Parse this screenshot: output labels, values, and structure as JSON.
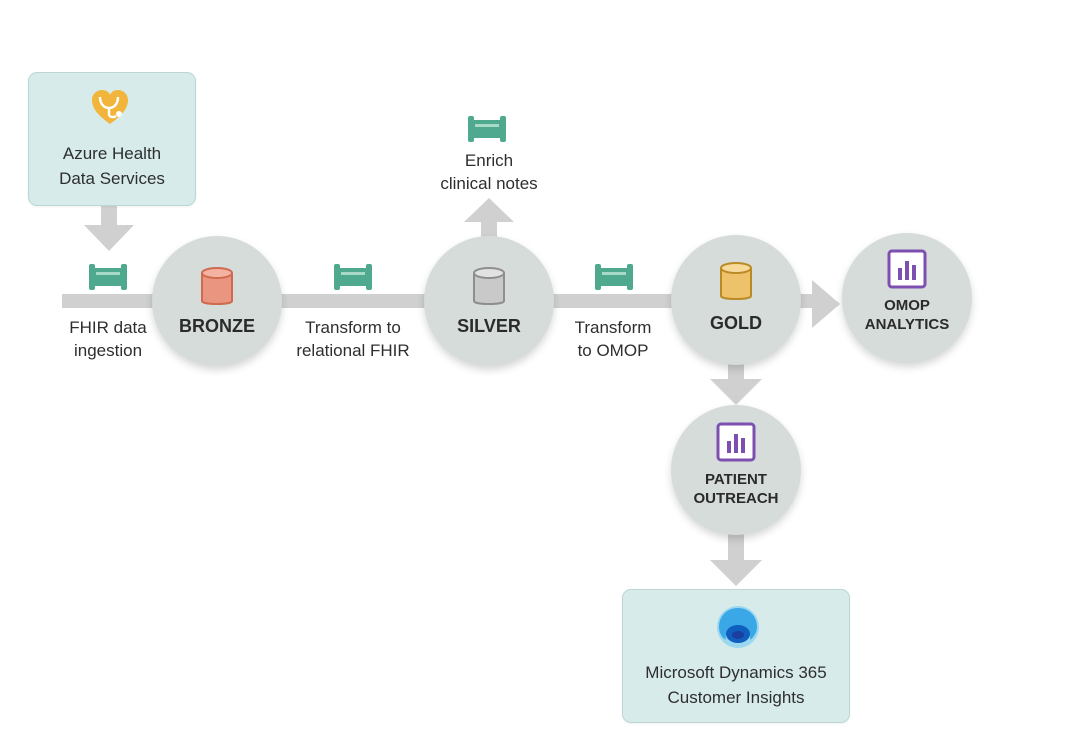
{
  "sources": {
    "ahds": {
      "label_line1": "Azure Health",
      "label_line2": "Data Services",
      "icon": "heart-stethoscope-icon"
    },
    "dynamics": {
      "label_line1": "Microsoft Dynamics 365",
      "label_line2": "Customer Insights",
      "icon": "dynamics-365-icon"
    }
  },
  "pipelines": [
    {
      "id": "ingest",
      "label_line1": "FHIR data",
      "label_line2": "ingestion",
      "icon": "pipeline-icon"
    },
    {
      "id": "relational",
      "label_line1": "Transform to",
      "label_line2": "relational FHIR",
      "icon": "pipeline-icon"
    },
    {
      "id": "enrich",
      "label_line1": "Enrich",
      "label_line2": "clinical notes",
      "icon": "pipeline-icon"
    },
    {
      "id": "omop",
      "label_line1": "Transform",
      "label_line2": "to OMOP",
      "icon": "pipeline-icon"
    }
  ],
  "layers": {
    "bronze": {
      "label": "BRONZE",
      "icon": "database-icon",
      "color": "#e99580"
    },
    "silver": {
      "label": "SILVER",
      "icon": "database-icon",
      "color": "#c9c9c9"
    },
    "gold": {
      "label": "GOLD",
      "icon": "database-icon",
      "color": "#eec26a"
    }
  },
  "outputs": {
    "omop_analytics": {
      "label_line1": "OMOP",
      "label_line2": "ANALYTICS",
      "icon": "report-chart-icon"
    },
    "patient_outreach": {
      "label_line1": "PATIENT",
      "label_line2": "OUTREACH",
      "icon": "report-chart-icon"
    }
  },
  "colors": {
    "flow": "#d0d0d0",
    "node": "#d6dcda",
    "source_box": "#d7ebeb",
    "pipeline": "#4fa98e",
    "report": "#7c4fb0"
  }
}
